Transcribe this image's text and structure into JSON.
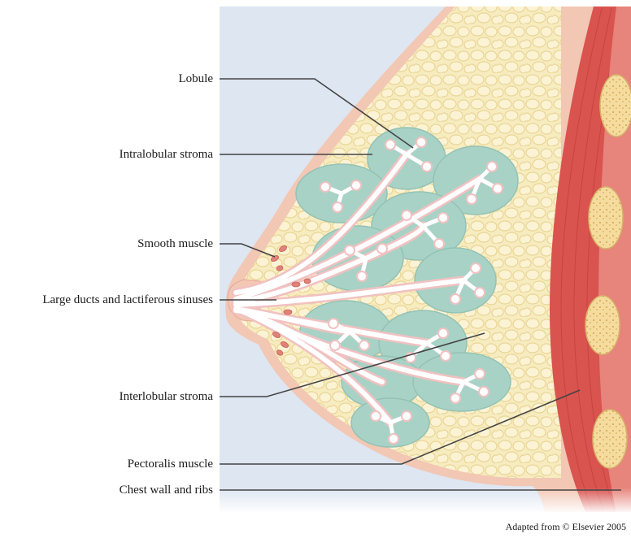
{
  "labels": {
    "lobule": "Lobule",
    "intralobular_stroma": "Intralobular stroma",
    "smooth_muscle": "Smooth muscle",
    "large_ducts": "Large ducts and lactiferous sinuses",
    "interlobular_stroma": "Interlobular stroma",
    "pectoralis_muscle": "Pectoralis muscle",
    "chest_wall": "Chest wall and ribs"
  },
  "credit": "Adapted  from © Elsevier 2005",
  "colors": {
    "background": "#dde6f1",
    "fat": "#f7ecbf",
    "fat_outline": "#e8d28f",
    "skin": "#f2c7b4",
    "lobule_stroma": "#a9d2c6",
    "duct": "#ffffff",
    "duct_lining": "#f1c1c1",
    "muscle": "#d9534f",
    "muscle_dark": "#c2413d",
    "rib": "#f4d79a",
    "leader_line": "#444444"
  }
}
